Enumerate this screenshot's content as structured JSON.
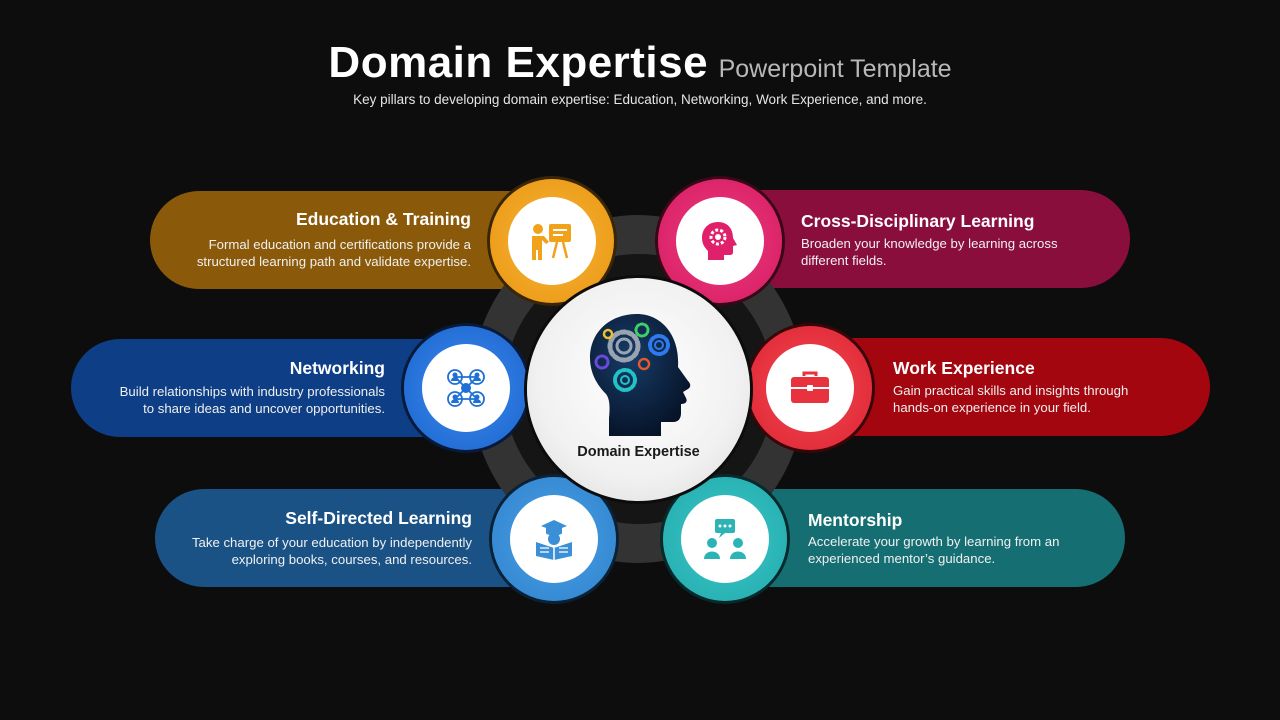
{
  "header": {
    "title": "Domain Expertise",
    "title_suffix": "Powerpoint Template",
    "subtitle": "Key pillars to developing domain expertise: Education, Networking, Work Experience, and more."
  },
  "center": {
    "label": "Domain Expertise",
    "icon": "head-gears-icon"
  },
  "pillars": {
    "education": {
      "title": "Education & Training",
      "desc_line1": "Formal education and certifications provide a",
      "desc_line2": "structured learning path and validate expertise.",
      "color": "#8a5a0a",
      "accent": "#f2a11b",
      "icon": "presentation-icon"
    },
    "cross": {
      "title": "Cross-Disciplinary Learning",
      "desc_line1": "Broaden your knowledge by learning across",
      "desc_line2": "different fields.",
      "color": "#8a0e3c",
      "accent": "#e0206a",
      "icon": "head-gear-icon"
    },
    "networking": {
      "title": "Networking",
      "desc_line1": "Build relationships with industry professionals",
      "desc_line2": "to share ideas and uncover opportunities.",
      "color": "#0d3e86",
      "accent": "#1e6fd6",
      "icon": "network-icon"
    },
    "work": {
      "title": "Work Experience",
      "desc_line1": "Gain practical skills and insights through",
      "desc_line2": "hands-on experience in your field.",
      "color": "#a3060e",
      "accent": "#e8323e",
      "icon": "briefcase-icon"
    },
    "self": {
      "title": "Self-Directed Learning",
      "desc_line1": "Take charge of your education by independently",
      "desc_line2": "exploring books, courses, and resources.",
      "color": "#1a5286",
      "accent": "#3a8fd6",
      "icon": "reading-icon"
    },
    "mentor": {
      "title": "Mentorship",
      "desc_line1": "Accelerate your growth by learning from an",
      "desc_line2": "experienced mentor’s guidance.",
      "color": "#156e72",
      "accent": "#2bb3b5",
      "icon": "mentor-icon"
    }
  }
}
